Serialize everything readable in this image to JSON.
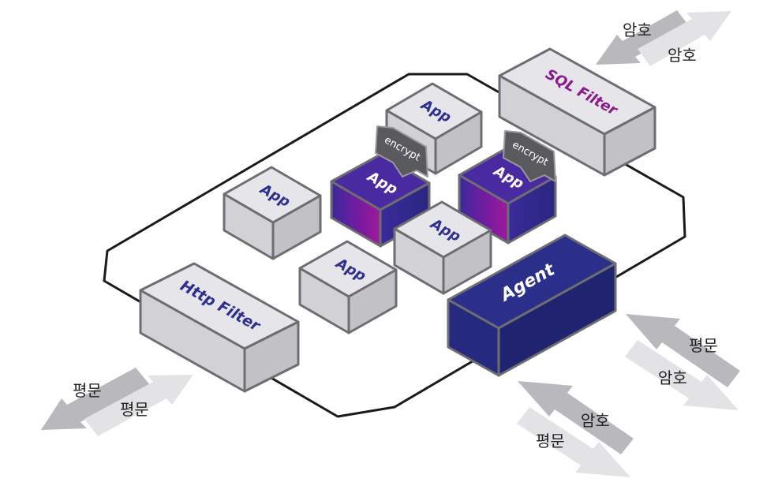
{
  "boxes": {
    "app_top": "App",
    "app_encrypt_left": "App",
    "app_encrypt_right": "App",
    "app_left": "App",
    "app_center": "App",
    "app_bottom": "App",
    "agent": "Agent",
    "sql_filter": "SQL Filter",
    "http_filter": "Http Filter"
  },
  "badges": {
    "encrypt_left": "encrypt",
    "encrypt_right": "encrypt"
  },
  "arrows": {
    "top_right": {
      "upper": "암호",
      "lower": "암호"
    },
    "bottom_left": {
      "upper": "평문",
      "lower": "평문"
    },
    "right": {
      "upper": "평문",
      "lower": "암호"
    },
    "bottom_center": {
      "upper": "암호",
      "lower": "평문"
    }
  },
  "colors": {
    "box_top": "#e6e6ea",
    "box_left": "#d2d2d6",
    "box_right": "#c2c2c6",
    "box_edge": "#6e6e72",
    "label_blue": "#2e2f8f",
    "label_magenta": "#8a1a8a",
    "agent_top": "#2b2f8a",
    "agent_side": "#202470",
    "badge": "#5a5a5e",
    "arrow": "#b9b9bd",
    "arrow_light": "#e3e3e6",
    "outline": "#1a1a1a"
  }
}
